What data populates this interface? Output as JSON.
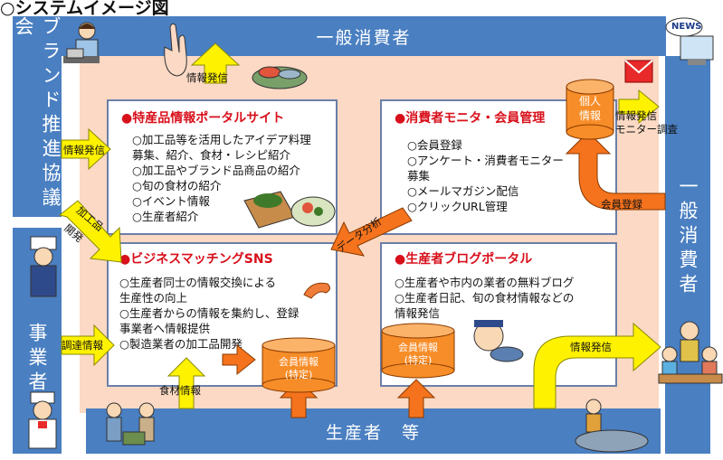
{
  "header": {
    "title": "○システムイメージ図"
  },
  "bands": {
    "top": "一般消費者",
    "bottom": "生産者　等",
    "left_top": "ブランド推進協議会",
    "left_bottom": "事業者",
    "right": "一般消費者"
  },
  "panels": {
    "portal": {
      "title": "特産品情報ポータルサイト",
      "items": [
        "○加工品等を活用したアイデア料理",
        "募集、紹介、食材・レシピ紹介",
        "○加工品やブランド品商品の紹介",
        "○旬の食材の紹介",
        "○イベント情報",
        "○生産者紹介"
      ]
    },
    "monitor": {
      "title": "消費者モニタ・会員管理",
      "items": [
        "○会員登録",
        "○アンケート・消費者モニター",
        "募集",
        "○メールマガジン配信",
        "○クリックURL管理"
      ]
    },
    "sns": {
      "title": "ビジネスマッチングSNS",
      "items": [
        "○生産者同士の情報交換による",
        "生産性の向上",
        "○生産者からの情報を集約し、登録",
        "事業者へ情報提供",
        "○製造業者の加工品開発"
      ]
    },
    "blog": {
      "title": "生産者ブログポータル",
      "items": [
        "○生産者や市内の業者の無料ブログ",
        "○生産者日記、旬の食材情報などの",
        "情報発信"
      ]
    }
  },
  "databases": {
    "personal": "個人情報",
    "member_sns_1": "会員情報",
    "member_sns_2": "(特定)",
    "member_blog_1": "会員情報",
    "member_blog_2": "(特定)"
  },
  "arrows": {
    "top_up": "情報発信",
    "left_portal": "情報発信",
    "left_sns_1": "加工品",
    "left_sns_2": "開発",
    "data_analysis": "データ分析",
    "right_out_1": "情報発信",
    "right_out_2": "モニター調査",
    "member_register": "会員登録",
    "procurement": "調達情報",
    "ingredients": "食材情報",
    "bottom_right": "情報発信"
  },
  "news": "NEWS",
  "colors": {
    "band": "#4a7fc1",
    "center_bg": "#fbd9c4",
    "arrow_yellow": "#fff200",
    "arrow_orange": "#f5731d",
    "db_orange": "#f78d28",
    "title_red": "#d8101b"
  },
  "icons": [
    "office-worker-icon",
    "finger-point-icon",
    "seafood-icon",
    "mail-icon",
    "news-computer-icon",
    "vegetable-box-icon",
    "shrimp-icon",
    "chef-icon",
    "fisherman-icon",
    "worker-icon",
    "family-icon",
    "farmers-icon"
  ]
}
